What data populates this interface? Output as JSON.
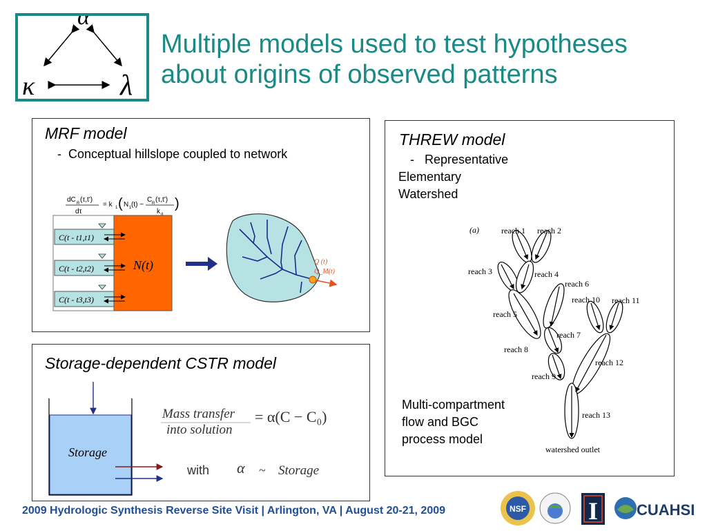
{
  "slide": {
    "title_line1": "Multiple models used to test hypotheses",
    "title_line2": "about origins of observed patterns",
    "logo": {
      "symbols": [
        "α",
        "κ",
        "λ"
      ]
    },
    "colors": {
      "title": "#1a8a86",
      "footer": "#1f4e99",
      "bucket": "#a9d1f7",
      "network_fill": "#b6e2e3",
      "storage_orange": "#ff6600"
    }
  },
  "mrf": {
    "heading": "MRF model",
    "bullet_dash": "-",
    "bullet_text": "Conceptual hillslope coupled to network",
    "equation": "dC_R(τ,t')/dτ = k_1(N_1(t) − C_R(τ,t')/k_d)",
    "cells": [
      "C(t - t1,t1)",
      "C(t - t2,t2)",
      "C(t - t3,t3)"
    ],
    "storage_label": "N(t)",
    "outlet_q": "Q (t)",
    "outlet_qm": "Q_M(t)"
  },
  "cstr": {
    "heading": "Storage-dependent CSTR model",
    "storage_label": "Storage",
    "mass_transfer_line1": "Mass transfer",
    "mass_transfer_line2": "into solution",
    "equation_rhs": "= α(C − C₀)",
    "with_label": "with",
    "alpha": "α",
    "tilde": "~",
    "storage_word": "Storage"
  },
  "threw": {
    "heading": "THREW model",
    "bullet_dash": "-",
    "bullet_text_1": "Representative",
    "bullet_text_2": "Elementary",
    "bullet_text_3": "Watershed",
    "panel_label": "(a)",
    "reaches": [
      "reach 1",
      "reach 2",
      "reach 3",
      "reach 4",
      "reach 5",
      "reach 6",
      "reach 7",
      "reach 8",
      "reach 9",
      "reach 10",
      "reach 11",
      "reach 12",
      "reach 13"
    ],
    "outlet": "watershed outlet",
    "desc_line1": "Multi-compartment",
    "desc_line2": "flow and BGC",
    "desc_line3": "process model"
  },
  "footer": {
    "text": "2009 Hydrologic Synthesis Reverse Site Visit | Arlington, VA | August 20-21, 2009",
    "logos": [
      "NSF",
      "Prediction in Ungauged Basins",
      "Illinois",
      "CUAHSI"
    ]
  }
}
